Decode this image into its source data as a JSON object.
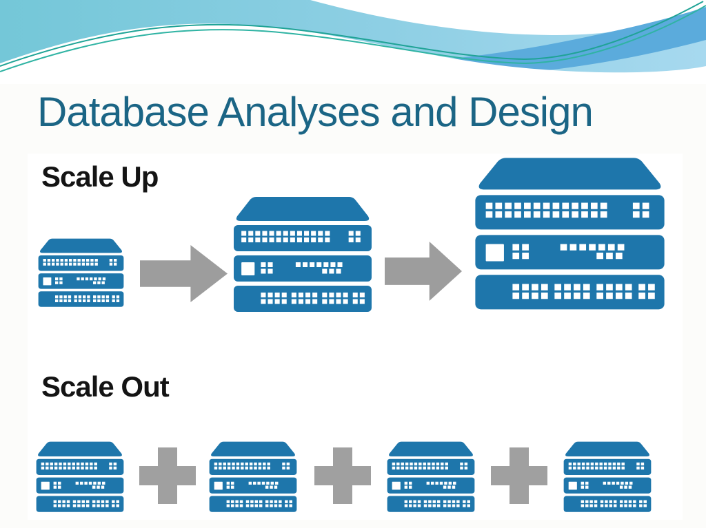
{
  "title": "Database Analyses and Design",
  "sections": {
    "scale_up": {
      "label": "Scale Up"
    },
    "scale_out": {
      "label": "Scale Out"
    }
  },
  "icons": {
    "server": "server-rack-icon",
    "arrow": "arrow-right-icon",
    "plus": "plus-icon",
    "header": "wave-swoosh-decoration"
  },
  "colors": {
    "server_blue": "#1e76ab",
    "arrow_gray": "#9d9d9d",
    "title_teal": "#1b6585",
    "label_black": "#141414",
    "header_teal": "#74c7d8",
    "header_light_blue": "#a7d9ef",
    "header_ribbon_blue": "#5babdc",
    "accent_line_teal": "#1fa396",
    "panel_white": "#ffffff"
  }
}
